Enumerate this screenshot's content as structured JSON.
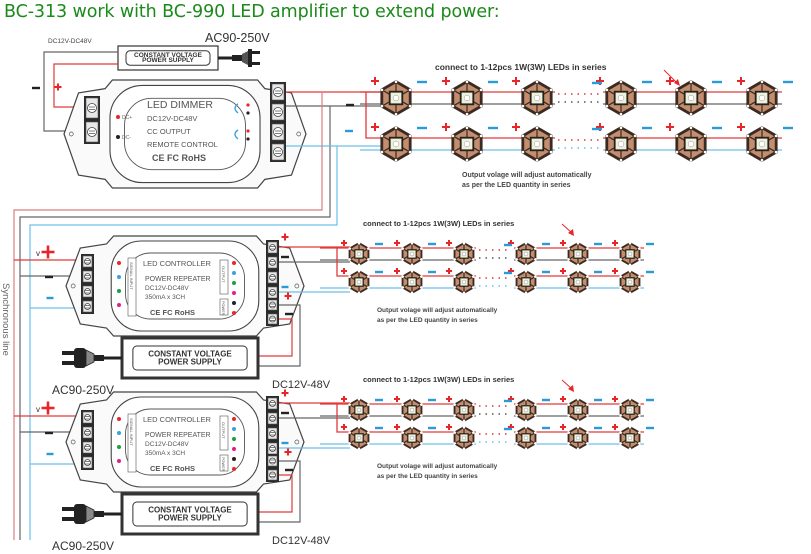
{
  "title": "BC-313 work with BC-990 LED amplifier to extend power:",
  "colors": {
    "title": "#1b8a1b",
    "wire_positive": "#e03a3a",
    "wire_negative": "#666666",
    "wire_blue": "#6cc0e8",
    "sync_red": "#d88080",
    "plus_sign": "#e8262a",
    "minus_blue": "#2a9ad8",
    "led_body": "#c48d6e",
    "led_dark": "#3a2a22",
    "led_core": "#f0f0d8"
  },
  "top_section": {
    "dc_label": "DC12V-DC48V",
    "ac_label": "AC90-250V",
    "power_supply": {
      "line1": "CONSTANT VOLTAGE",
      "line2": "POWER SUPPLY"
    },
    "dimmer": {
      "title": "LED DIMMER",
      "line1": "DC12V-DC48V",
      "line2": "CC OUTPUT",
      "line3": "REMOTE CONTROL",
      "certs": "CE FC RoHS",
      "dc_plus": "DC+",
      "dc_minus": "DC-"
    },
    "series_note": "connect to 1-12pcs 1W(3W) LEDs in series",
    "output_note_line1": "Output volage will adjust automatically",
    "output_note_line2": "as per the LED quantity in series"
  },
  "repeaters": [
    {
      "title": "LED CONTROLLER",
      "line1": "POWER REPEATER",
      "line2": "DC12V-DC48V",
      "line3": "350mA x 3CH",
      "certs": "CE FC RoHS",
      "input_label": "SIGNAL INPUT",
      "output_label": "OUTPUT",
      "power_label": "POWER",
      "v_label": "v",
      "power_supply": {
        "line1": "CONSTANT VOLTAGE",
        "line2": "POWER SUPPLY"
      },
      "ac_label": "AC90-250V",
      "dc_label": "DC12V-48V",
      "series_note": "connect to 1-12pcs 1W(3W) LEDs in series",
      "output_note_line1": "Output volage will adjust automatically",
      "output_note_line2": "as per the LED quantity in series"
    },
    {
      "title": "LED CONTROLLER",
      "line1": "POWER REPEATER",
      "line2": "DC12V-DC48V",
      "line3": "350mA x 3CH",
      "certs": "CE FC RoHS",
      "input_label": "SIGNAL INPUT",
      "output_label": "OUTPUT",
      "power_label": "POWER",
      "v_label": "v",
      "power_supply": {
        "line1": "CONSTANT VOLTAGE",
        "line2": "POWER SUPPLY"
      },
      "ac_label": "AC90-250V",
      "dc_label": "DC12V-48V",
      "series_note": "connect to 1-12pcs 1W(3W) LEDs in series",
      "output_note_line1": "Output volage will adjust automatically",
      "output_note_line2": "as per the LED quantity in series"
    }
  ],
  "sync_label": "Synchronous line",
  "led_strings": {
    "leds_per_row_shown": 6,
    "rows_per_group": 2,
    "gap_after_index": 2
  }
}
